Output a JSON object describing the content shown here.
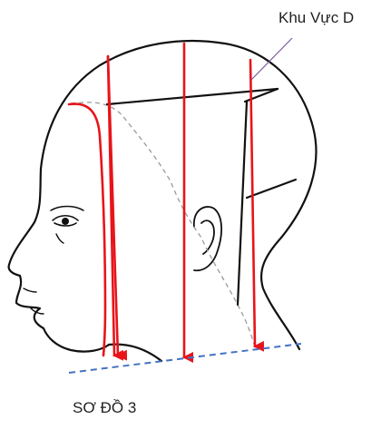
{
  "labels": {
    "zone": "Khu Vực D",
    "caption": "SƠ ĐỒ 3"
  },
  "colors": {
    "outline": "#111111",
    "arrow": "#e8141a",
    "guide_dashed": "#4472c4",
    "section_dashed": "#9a9a9a"
  },
  "icons": [
    "head-profile-outline",
    "ear-icon",
    "eye-icon",
    "down-arrow-icon",
    "leader-line"
  ]
}
